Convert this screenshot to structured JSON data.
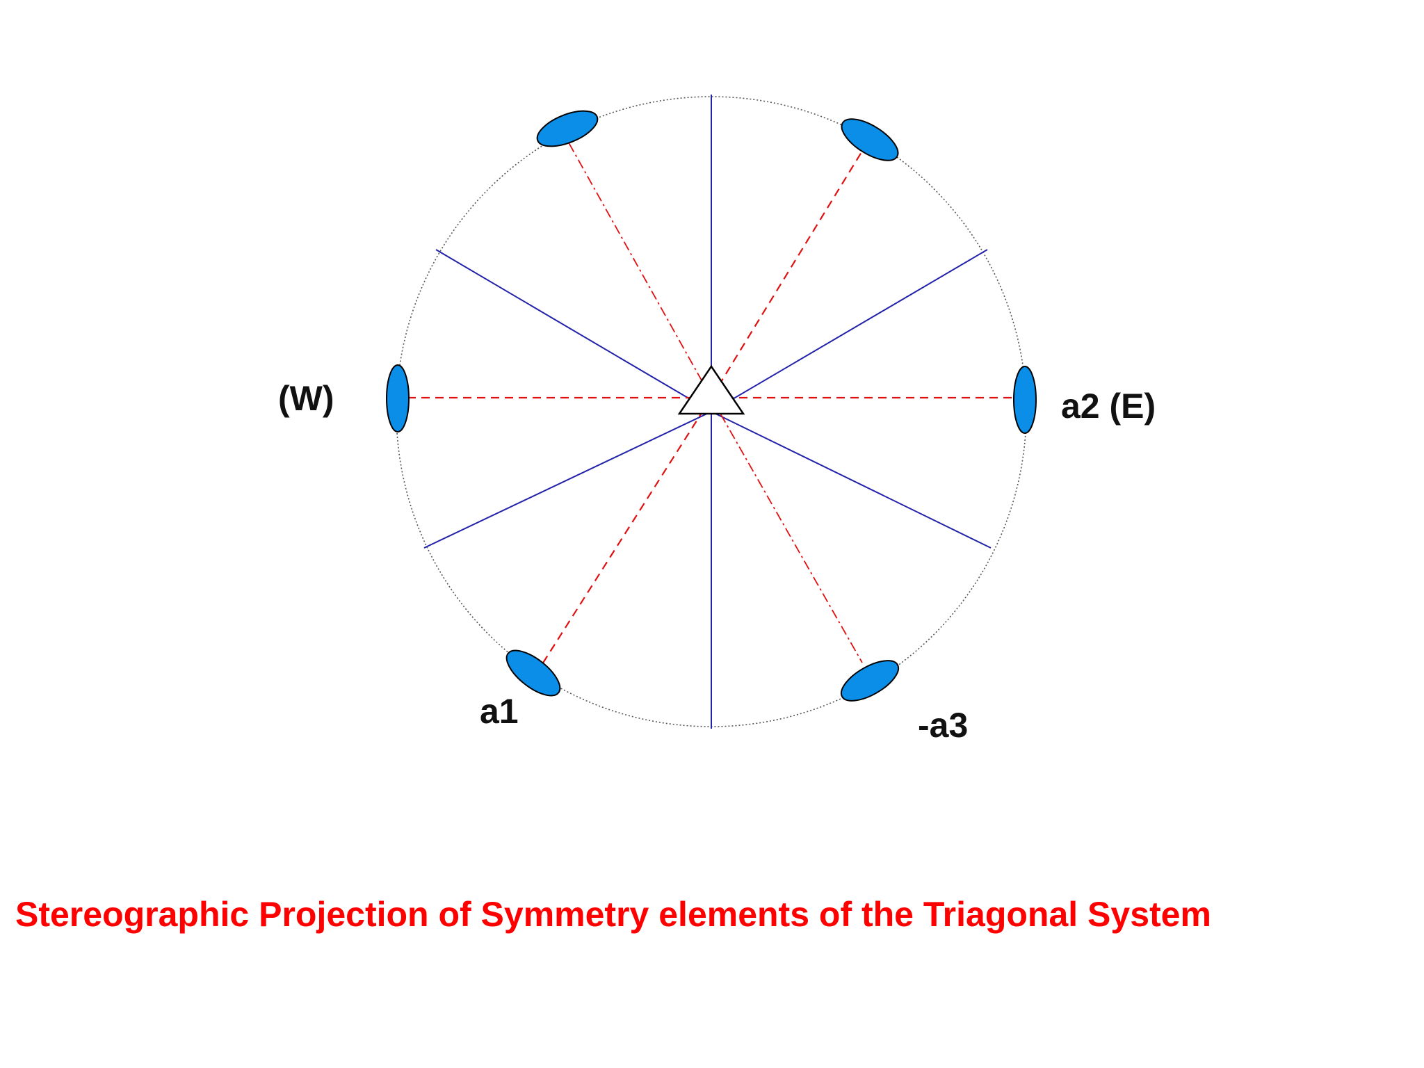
{
  "colors": {
    "background": "#ffffff",
    "primitive_circle": "#555555",
    "mirror_plane": "#2222aa",
    "twofold_axis_line": "#e01010",
    "twofold_symbol_fill": "#0a8ee8",
    "twofold_symbol_stroke": "#000000",
    "threefold_symbol_fill": "#ffffff",
    "caption": "#ff0000"
  },
  "icons": {
    "threefold_axis": "triangle-icon",
    "twofold_axis": "lens-ellipse-icon"
  },
  "labels": {
    "west": "(W)",
    "a2_east": "a2 (E)",
    "a1": "a1",
    "neg_a3": "-a3"
  },
  "caption": "Stereographic Projection of Symmetry elements of the Triagonal System"
}
